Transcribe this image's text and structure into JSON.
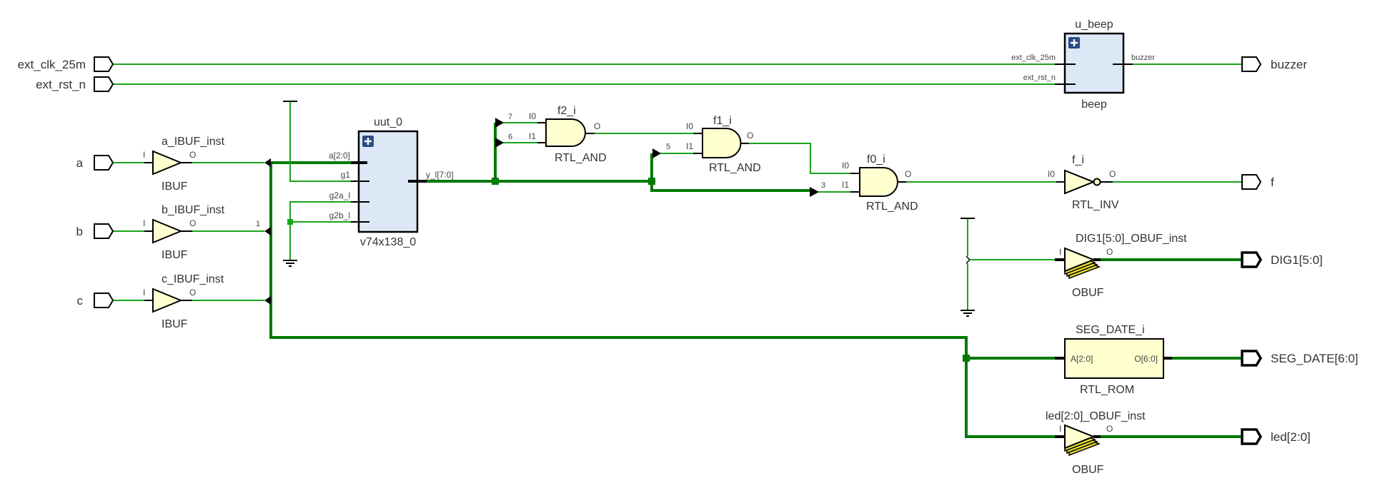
{
  "title": "RTL Schematic",
  "input_ports": [
    {
      "name": "ext_clk_25m"
    },
    {
      "name": "ext_rst_n"
    },
    {
      "name": "a"
    },
    {
      "name": "b"
    },
    {
      "name": "c"
    }
  ],
  "output_ports": [
    {
      "name": "buzzer"
    },
    {
      "name": "f"
    },
    {
      "name": "DIG1[5:0]"
    },
    {
      "name": "SEG_DATE[6:0]"
    },
    {
      "name": "led[2:0]"
    }
  ],
  "ibufs": [
    {
      "instance": "a_IBUF_inst",
      "type": "IBUF",
      "in_pin": "I",
      "out_pin": "O",
      "net_tap": ""
    },
    {
      "instance": "b_IBUF_inst",
      "type": "IBUF",
      "in_pin": "I",
      "out_pin": "O",
      "net_tap": "1"
    },
    {
      "instance": "c_IBUF_inst",
      "type": "IBUF",
      "in_pin": "I",
      "out_pin": "O",
      "net_tap": ""
    }
  ],
  "decoder": {
    "instance": "uut_0",
    "type": "v74x138_0",
    "pins_in": [
      "a[2:0]",
      "g1",
      "g2a_l",
      "g2b_l"
    ],
    "pin_out": "y_l[7:0]",
    "expand_icon": "plus-icon"
  },
  "beep": {
    "instance": "u_beep",
    "type": "beep",
    "pins_in": [
      "ext_clk_25m",
      "ext_rst_n"
    ],
    "pin_out": "buzzer",
    "expand_icon": "plus-icon"
  },
  "and_gates": [
    {
      "instance": "f2_i",
      "type": "RTL_AND",
      "pins": [
        "I0",
        "I1"
      ],
      "out_pin": "O",
      "taps": [
        "7",
        "6"
      ]
    },
    {
      "instance": "f1_i",
      "type": "RTL_AND",
      "pins": [
        "I0",
        "I1"
      ],
      "out_pin": "O",
      "taps": [
        "",
        "5"
      ]
    },
    {
      "instance": "f0_i",
      "type": "RTL_AND",
      "pins": [
        "I0",
        "I1"
      ],
      "out_pin": "O",
      "taps": [
        "",
        "3"
      ]
    }
  ],
  "inverter": {
    "instance": "f_i",
    "type": "RTL_INV",
    "in_pin": "I0",
    "out_pin": "O"
  },
  "obufs": [
    {
      "instance": "DIG1[5:0]_OBUF_inst",
      "type": "OBUF",
      "in_pin": "I",
      "out_pin": "O"
    },
    {
      "instance": "led[2:0]_OBUF_inst",
      "type": "OBUF",
      "in_pin": "I",
      "out_pin": "O"
    }
  ],
  "rom": {
    "instance": "SEG_DATE_i",
    "type": "RTL_ROM",
    "pin_in": "A[2:0]",
    "pin_out": "O[6:0]"
  },
  "colors": {
    "net": "#1aa31a",
    "bus": "#007a00",
    "cell_fill": "#ffffd0",
    "hier_fill": "#dde8f7",
    "expand_icon": "#2d4b84"
  }
}
